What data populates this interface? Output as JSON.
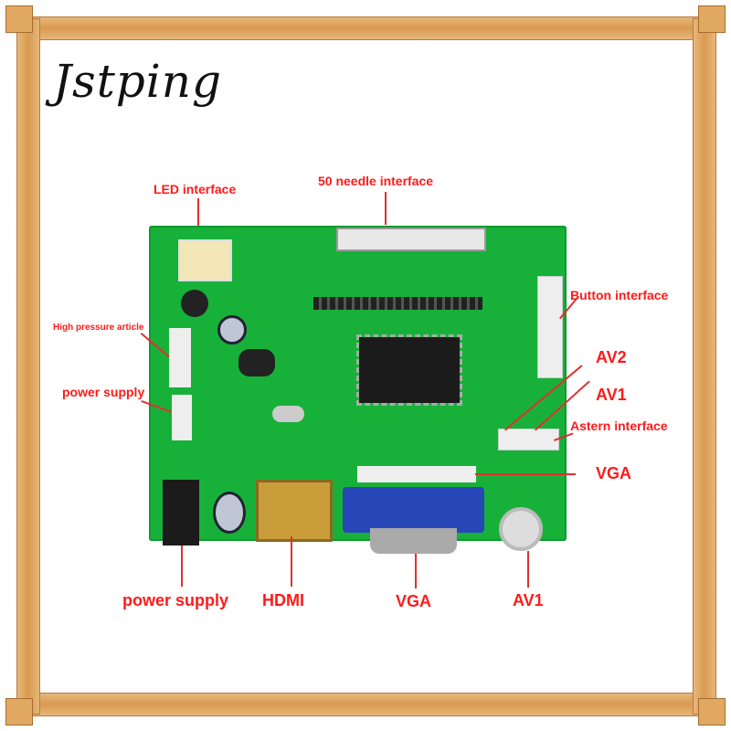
{
  "brand": {
    "logo_text": "Jstping"
  },
  "labels": {
    "led_interface": "LED interface",
    "needle_50_interface": "50 needle interface",
    "button_interface": "Button interface",
    "high_pressure_article": "High pressure article",
    "power_supply_side": "power supply",
    "av2": "AV2",
    "av1_side": "AV1",
    "astern_interface": "Astern interface",
    "vga_side": "VGA",
    "power_supply_bottom": "power supply",
    "hdmi": "HDMI",
    "vga_bottom": "VGA",
    "av1_bottom": "AV1"
  },
  "colors": {
    "label": "#ff1a1a",
    "pcb": "#17b13a",
    "frame": "#d99a50"
  }
}
